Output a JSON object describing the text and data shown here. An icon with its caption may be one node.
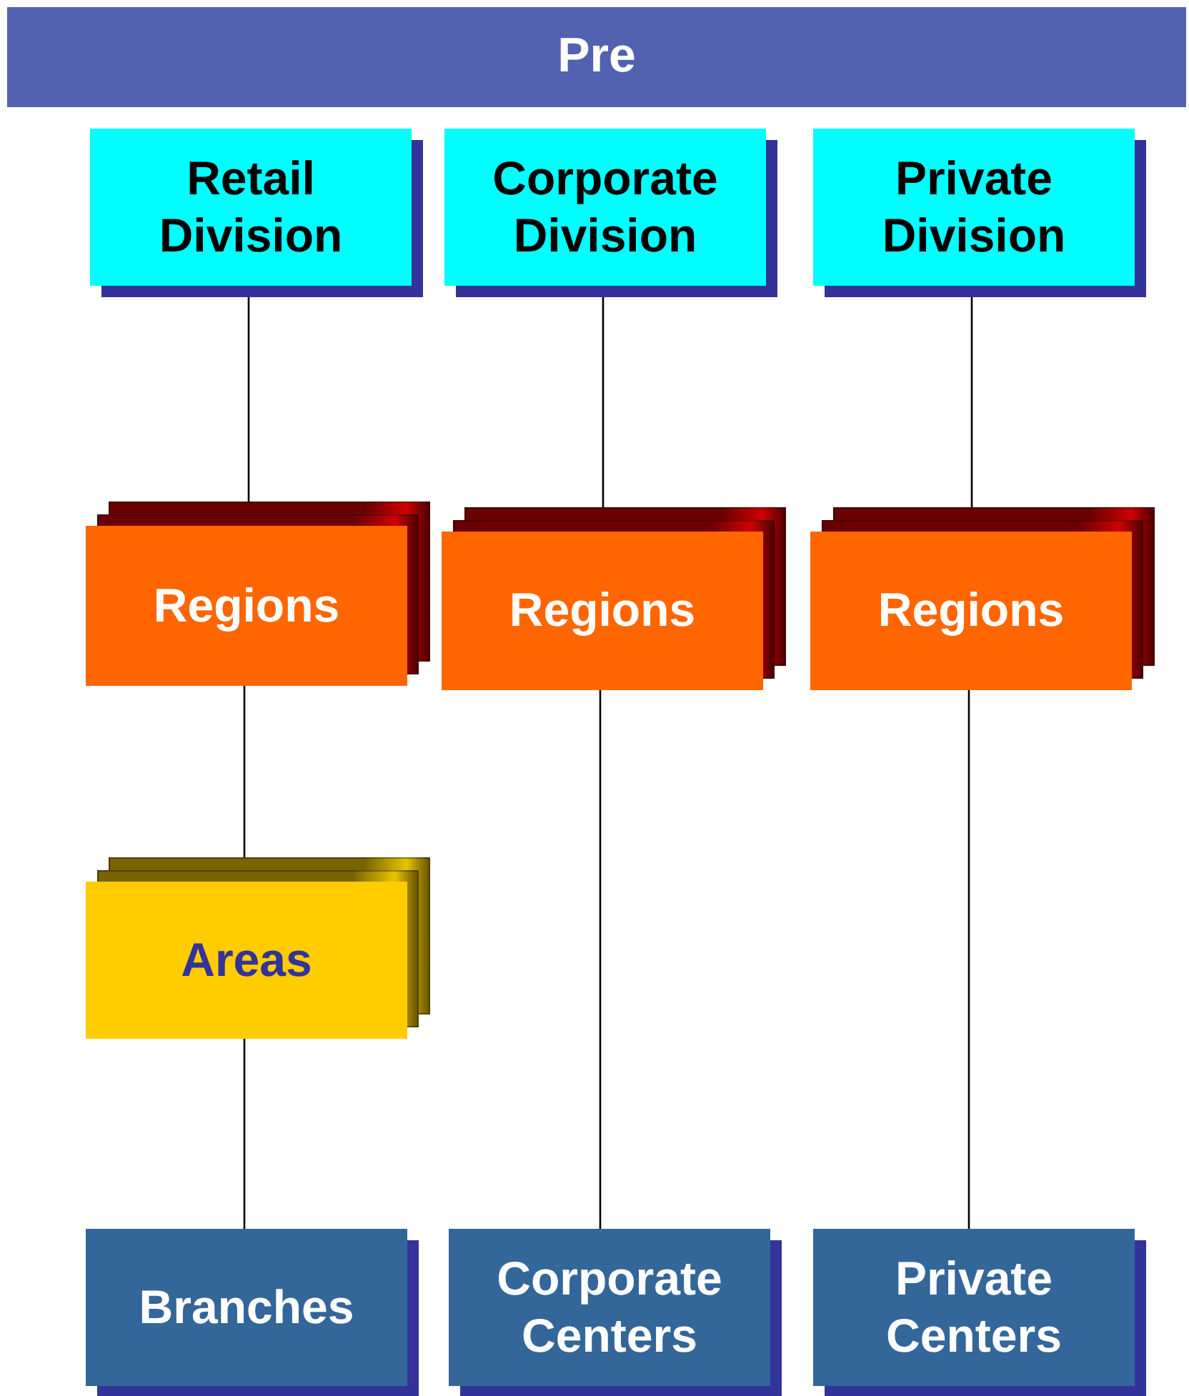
{
  "diagram": {
    "nodes": [
      {
        "text": [
          "Pre"
        ]
      },
      {
        "text": [
          "Retail Division"
        ]
      },
      {
        "text": [
          "Corporate Division"
        ]
      },
      {
        "text": [
          "Private Division"
        ]
      },
      {
        "text": [
          "Regions"
        ]
      },
      {
        "text": [
          "Regions"
        ]
      },
      {
        "text": [
          "Regions"
        ]
      },
      {
        "text": [
          "Areas"
        ]
      },
      {
        "text": [
          "Branches"
        ]
      },
      {
        "text": [
          "Corporate Centers"
        ]
      },
      {
        "text": [
          "Private Centers"
        ]
      }
    ],
    "edges": [
      {
        "from": 1,
        "to": 4,
        "arrow": "none"
      },
      {
        "from": 4,
        "to": 7,
        "arrow": "none"
      },
      {
        "from": 7,
        "to": 8,
        "arrow": "none"
      },
      {
        "from": 2,
        "to": 5,
        "arrow": "none"
      },
      {
        "from": 5,
        "to": 9,
        "arrow": "none"
      },
      {
        "from": 3,
        "to": 6,
        "arrow": "none"
      },
      {
        "from": 6,
        "to": 10,
        "arrow": "none"
      }
    ]
  }
}
